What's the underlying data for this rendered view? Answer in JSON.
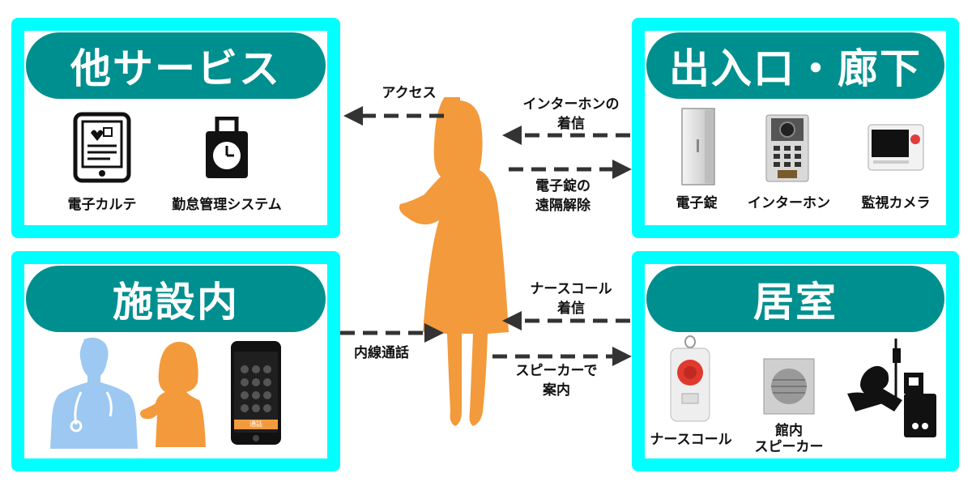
{
  "panels": {
    "other_services": {
      "title": "他サービス",
      "items": [
        "電子カルテ",
        "勤怠管理システム"
      ]
    },
    "entrance": {
      "title": "出入口・廊下",
      "items": [
        "電子錠",
        "インターホン",
        "監視カメラ"
      ]
    },
    "facility": {
      "title": "施設内"
    },
    "room": {
      "title": "居室",
      "items": [
        "ナースコール",
        "館内",
        "スピーカー"
      ]
    }
  },
  "arrows": {
    "access": "アクセス",
    "intercom_1": "インターホンの",
    "intercom_2": "着信",
    "lock_1": "電子錠の",
    "lock_2": "遠隔解除",
    "extension": "内線通話",
    "nurse_1": "ナースコール",
    "nurse_2": "着信",
    "speaker_1": "スピーカーで",
    "speaker_2": "案内"
  },
  "phone": {
    "button": "通話"
  },
  "colors": {
    "panel_border": "#00ffff",
    "pill": "#008f8f",
    "figure": "#f39a3c",
    "doctor": "#9cc8f2",
    "arrow": "#333333"
  }
}
